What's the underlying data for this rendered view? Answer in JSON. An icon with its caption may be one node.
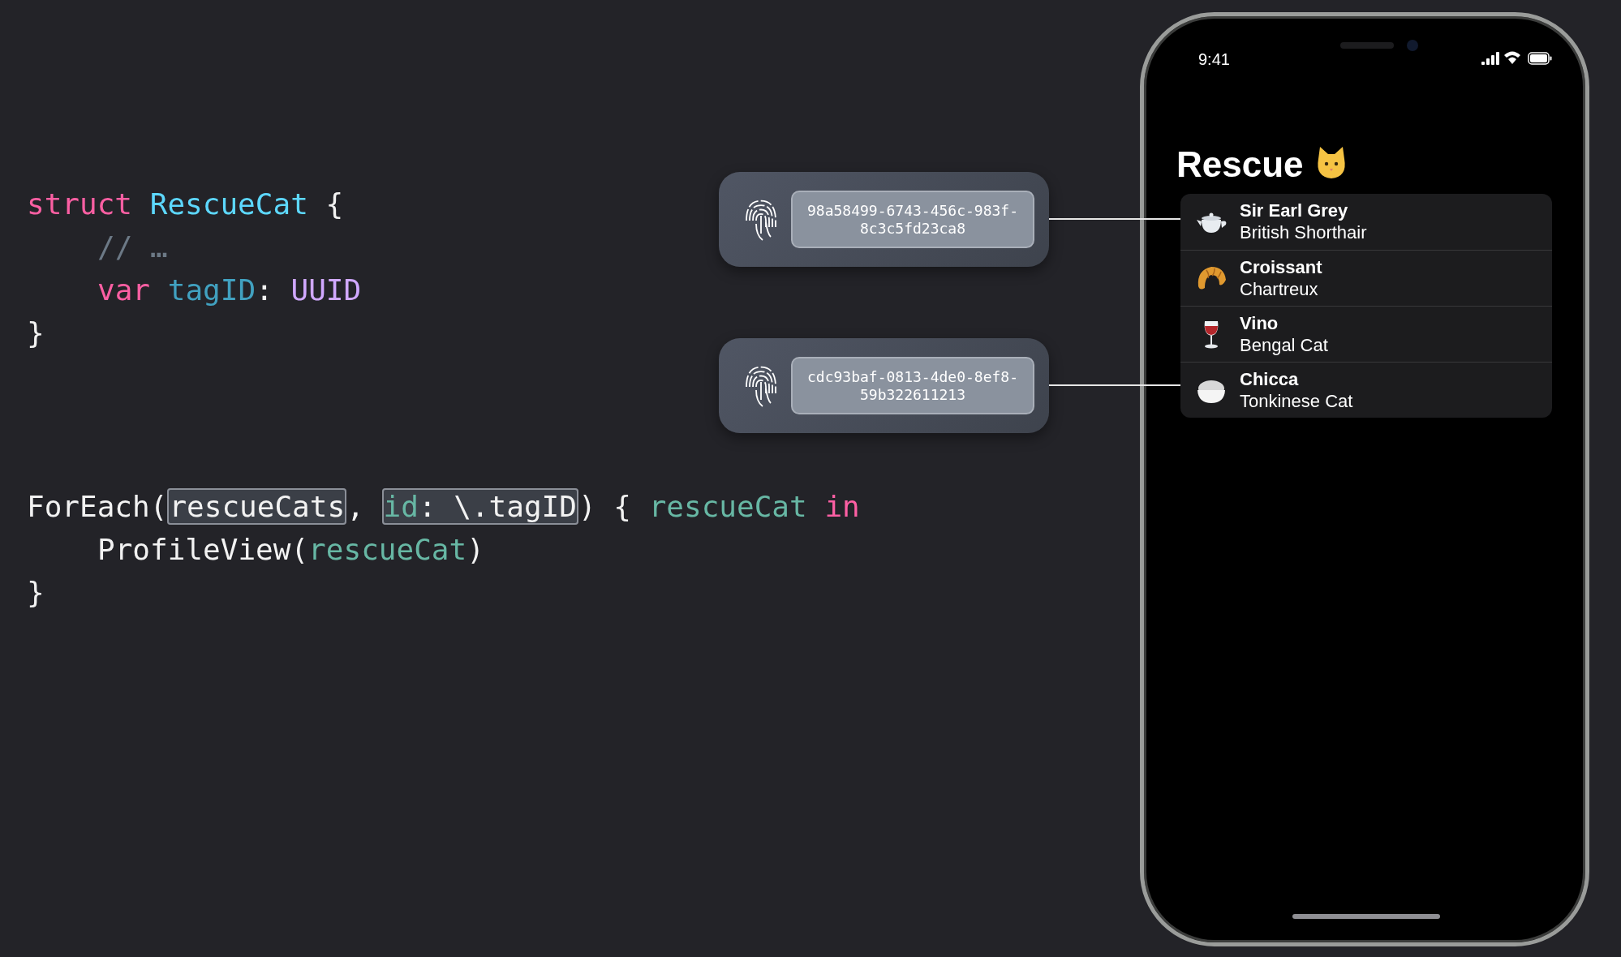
{
  "diagram": {
    "nodes": [
      {
        "text": [
          "98a58499-6743-456c-983f-8c3c5fd23ca8"
        ]
      },
      {
        "text": [
          "cdc93baf-0813-4de0-8ef8-59b322611213"
        ]
      },
      {
        "text": [
          "Sir Earl Grey",
          "British Shorthair"
        ]
      },
      {
        "text": [
          "Croissant",
          "Chartreux"
        ]
      },
      {
        "text": [
          "Vino",
          "Bengal Cat"
        ]
      },
      {
        "text": [
          "Chicca",
          "Tonkinese Cat"
        ]
      }
    ],
    "edges": [
      {
        "from": 0,
        "to": 2,
        "arrow": "none"
      },
      {
        "from": 1,
        "to": 5,
        "arrow": "none"
      }
    ],
    "labels": [
      "struct RescueCat {",
      "// …",
      "var tagID: UUID",
      "}",
      "ForEach(rescueCats, id: \\.tagID) { rescueCat in",
      "ProfileView(rescueCat)",
      "}",
      "9:41",
      "Rescue"
    ]
  }
}
